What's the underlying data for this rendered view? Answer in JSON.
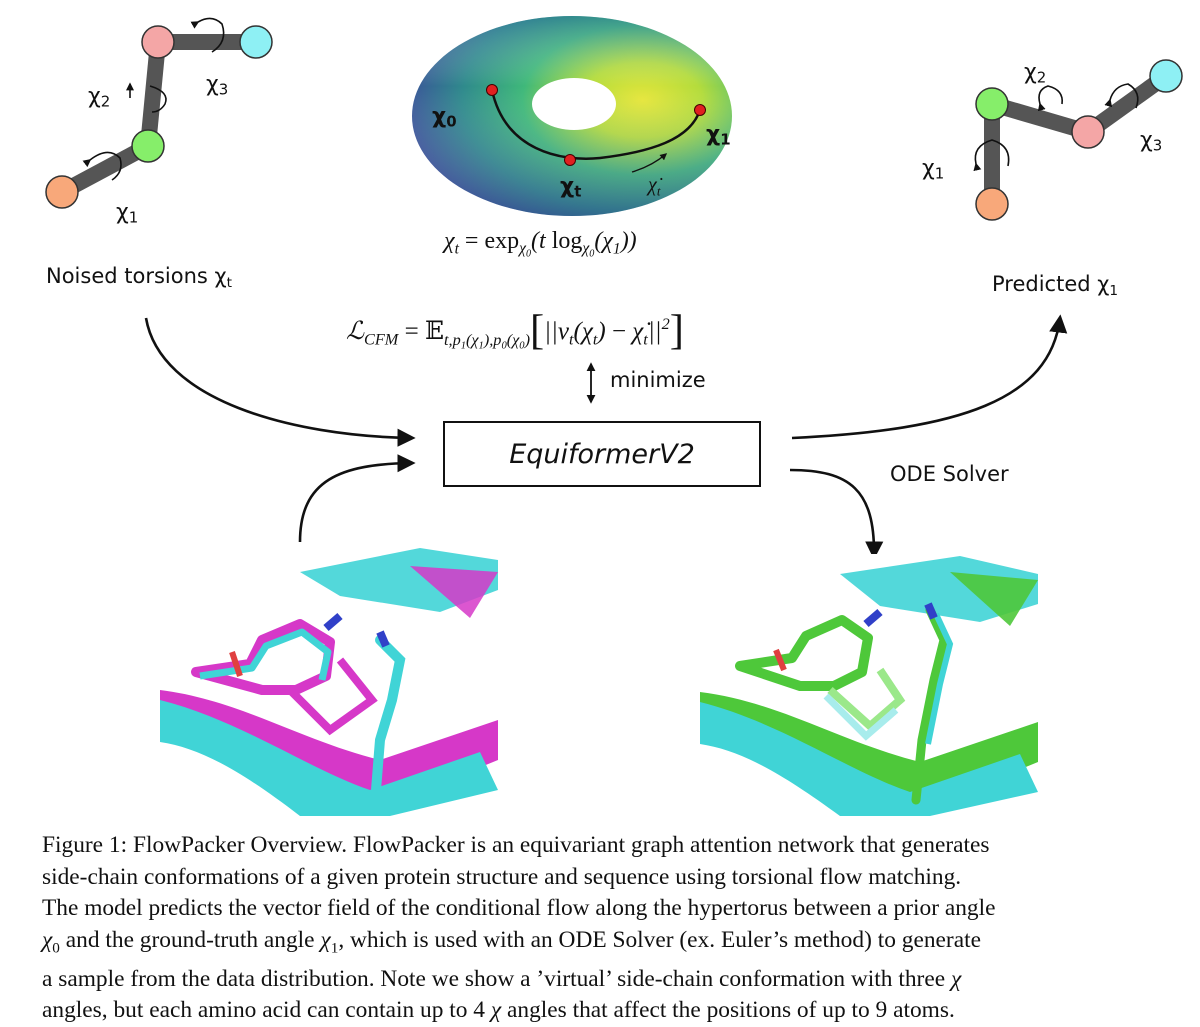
{
  "figure": {
    "labels": {
      "noised": "Noised torsions χ",
      "noised_sub": "t",
      "predicted": "Predicted χ",
      "predicted_sub": "1",
      "minimize": "minimize",
      "model": "EquiformerV2",
      "ode": "ODE Solver"
    },
    "torus_labels": {
      "chi0": "χ",
      "chi0_sub": "0",
      "chi1": "χ",
      "chi1_sub": "1",
      "chit": "χ",
      "chit_sub": "t",
      "chidot": "χ̇",
      "chidot_sub": "t"
    },
    "left_chain": {
      "chi1": "χ",
      "chi1_sub": "1",
      "chi2": "χ",
      "chi2_sub": "2",
      "chi3": "χ",
      "chi3_sub": "3"
    },
    "right_chain": {
      "chi1": "χ",
      "chi1_sub": "1",
      "chi2": "χ",
      "chi2_sub": "2",
      "chi3": "χ",
      "chi3_sub": "3"
    },
    "colors": {
      "atom_orange": "#f8a87a",
      "atom_green": "#86ee6a",
      "atom_pink": "#f4a6a6",
      "atom_cyan": "#8ef0f4",
      "bond": "#555555",
      "torus_yellow": "#dde33a",
      "torus_green": "#35b678",
      "torus_blue": "#3b5ea8",
      "protein_cyan": "#40d4d6",
      "protein_magenta": "#d638c8",
      "protein_green": "#4ec83a"
    }
  },
  "caption": {
    "lines": [
      "Figure 1: FlowPacker Overview. FlowPacker is an equivariant graph attention network that generates",
      "side-chain conformations of a given protein structure and sequence using torsional flow matching.",
      "The model predicts the vector field of the conditional flow along the hypertorus between a prior angle",
      "and the ground-truth angle",
      ", which is used with an ODE Solver (ex. Euler’s method) to generate",
      "a sample from the data distribution. Note we show a ’virtual’ side-chain conformation with three",
      "angles, but each amino acid can contain up to 4",
      "angles that affect the positions of up to 9 atoms."
    ],
    "chi": "χ",
    "chi0_sub": "0",
    "chi1_sub": "1"
  }
}
